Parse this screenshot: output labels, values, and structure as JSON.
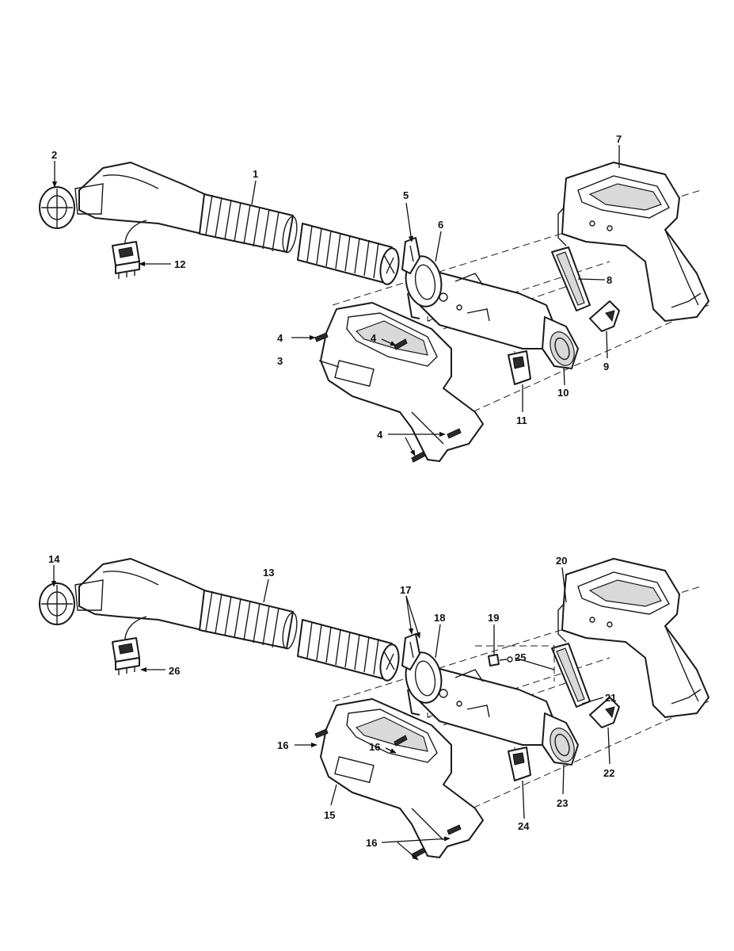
{
  "callouts": {
    "upper": [
      "1",
      "2",
      "3",
      "4",
      "4",
      "4",
      "5",
      "6",
      "7",
      "8",
      "9",
      "10",
      "11",
      "12"
    ],
    "lower": [
      "13",
      "14",
      "15",
      "16",
      "16",
      "16",
      "17",
      "18",
      "19",
      "20",
      "21",
      "22",
      "23",
      "24",
      "25",
      "26"
    ]
  },
  "colors": {
    "line": "#1a1a1a",
    "background": "#ffffff",
    "shade": "#d9d9d9"
  }
}
